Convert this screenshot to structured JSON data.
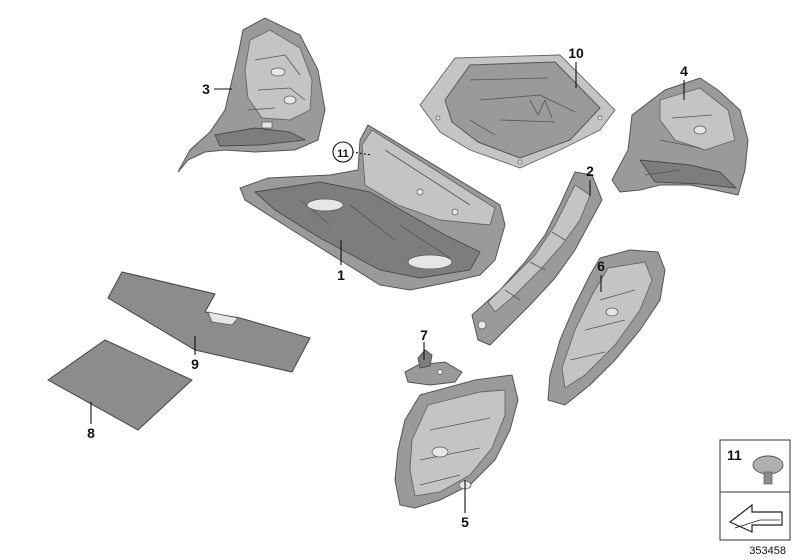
{
  "callouts": {
    "c1": "1",
    "c2": "2",
    "c3": "3",
    "c4": "4",
    "c5": "5",
    "c6": "6",
    "c7": "7",
    "c8": "8",
    "c9": "9",
    "c10": "10",
    "c11_circled": "11"
  },
  "legend": {
    "item_number": "11"
  },
  "diagram_id": "353458"
}
